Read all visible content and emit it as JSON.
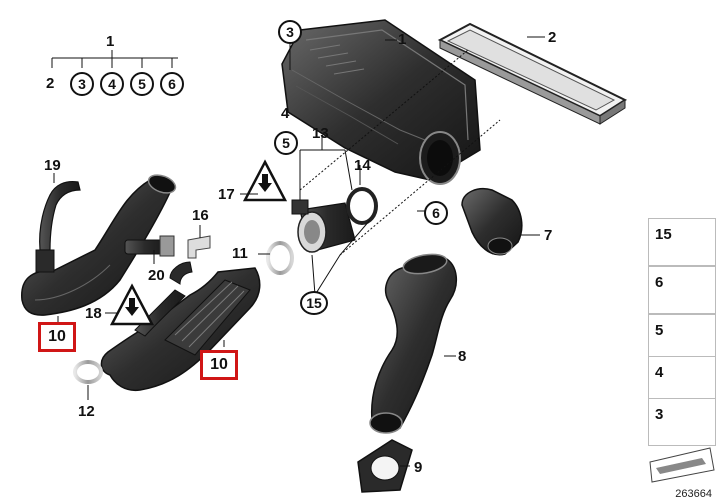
{
  "diagram": {
    "id_label": "263664",
    "callouts": {
      "c1": "1",
      "c2": "2",
      "c3": "3",
      "c4": "4",
      "c5": "5",
      "c6": "6",
      "c7": "7",
      "c8": "8",
      "c9": "9",
      "c10a": "10",
      "c10b": "10",
      "c11": "11",
      "c12": "12",
      "c13": "13",
      "c14": "14",
      "c15": "15",
      "c16": "16",
      "c17": "17",
      "c18": "18",
      "c19": "19",
      "c20": "20"
    },
    "kit": {
      "head": "1",
      "items": [
        "2",
        "3",
        "4",
        "5",
        "6"
      ]
    },
    "legend": [
      "15",
      "6",
      "5",
      "4",
      "3"
    ]
  },
  "colors": {
    "part_dark": "#2b2b2b",
    "part_mid": "#4a4a4a",
    "highlight_box": "#d01616",
    "line": "#111111"
  }
}
